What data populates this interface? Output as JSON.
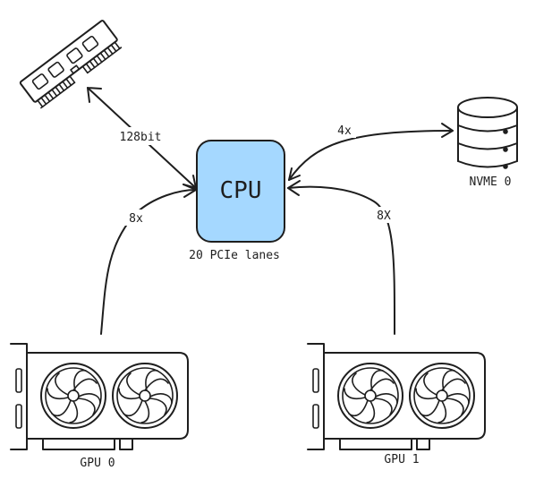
{
  "cpu": {
    "label": "CPU",
    "caption": "20 PCIe lanes",
    "fill": "#a5d8ff"
  },
  "ram": {
    "icon": "ram-module-icon"
  },
  "nvme": {
    "label": "NVME 0",
    "icon": "database-icon"
  },
  "gpu0": {
    "label": "GPU 0",
    "icon": "graphics-card-icon"
  },
  "gpu1": {
    "label": "GPU 1",
    "icon": "graphics-card-icon"
  },
  "links": {
    "ram_cpu": "128bit",
    "cpu_nvme": "4x",
    "gpu0_cpu": "8x",
    "gpu1_cpu": "8X"
  },
  "colors": {
    "stroke": "#1e1e1e",
    "background": "#ffffff"
  }
}
